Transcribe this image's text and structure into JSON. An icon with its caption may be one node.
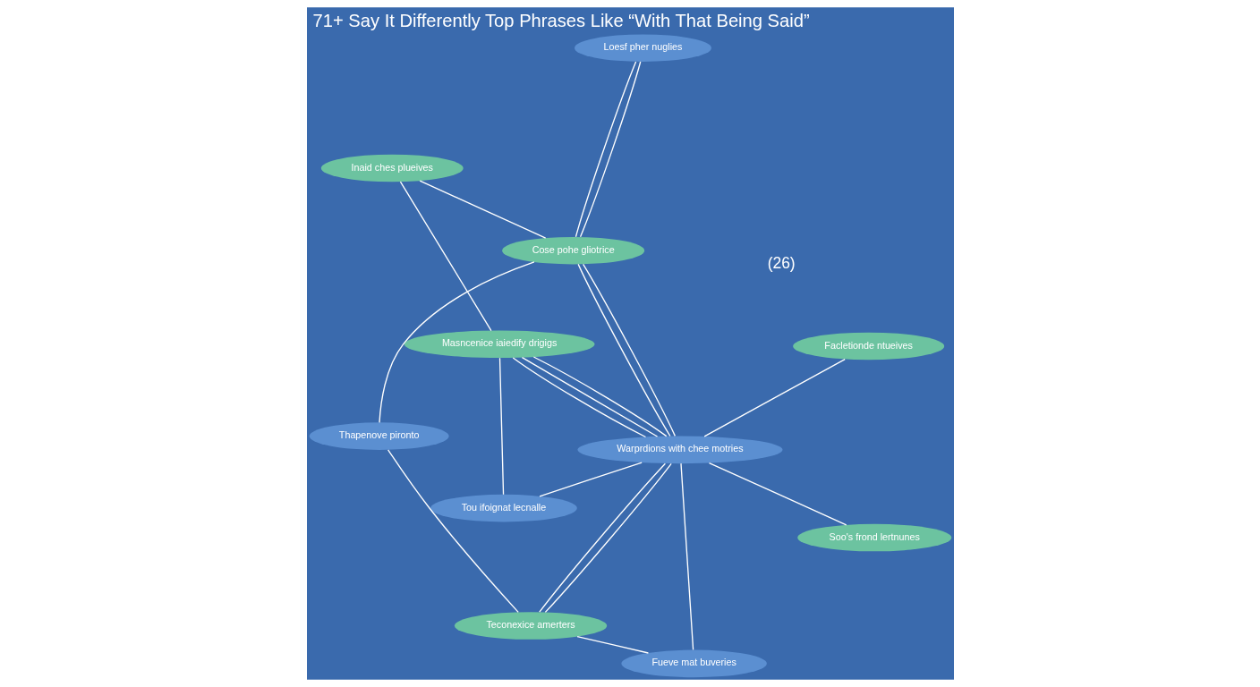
{
  "diagram": {
    "title": "71+ Say It Differently Top Phrases Like “With That Being Said”",
    "nodes": [
      {
        "text": [
          "Inaid ches plueives"
        ]
      },
      {
        "text": [
          "Loesf pher nuglies"
        ]
      },
      {
        "text": [
          "Tou ifoignat lecnalle"
        ]
      },
      {
        "text": [
          "Masncenice iaiedify drigigs"
        ]
      },
      {
        "text": [
          "Cose pohe gliotrice"
        ]
      },
      {
        "text": [
          "Facletionde ntueives"
        ]
      },
      {
        "text": [
          "Thapenove pironto"
        ]
      },
      {
        "text": [
          "Warprdions with chee motries"
        ]
      },
      {
        "text": [
          "Teconexice amerters"
        ]
      },
      {
        "text": [
          "Soo's frond lertnunes"
        ]
      },
      {
        "text": [
          "Fueve mat buveries"
        ]
      }
    ],
    "edges": [
      {
        "from": 0,
        "to": 3,
        "arrow": "none"
      },
      {
        "from": 0,
        "to": 4,
        "arrow": "none"
      },
      {
        "from": 1,
        "to": 4,
        "arrow": "none"
      },
      {
        "from": 1,
        "to": 4,
        "arrow": "none"
      },
      {
        "from": 2,
        "to": 3,
        "arrow": "none"
      },
      {
        "from": 2,
        "to": 7,
        "arrow": "none"
      },
      {
        "from": 3,
        "to": 7,
        "arrow": "none"
      },
      {
        "from": 3,
        "to": 7,
        "arrow": "none"
      },
      {
        "from": 3,
        "to": 7,
        "arrow": "none"
      },
      {
        "from": 4,
        "to": 7,
        "arrow": "none"
      },
      {
        "from": 4,
        "to": 7,
        "arrow": "none"
      },
      {
        "from": 4,
        "to": 6,
        "arrow": "none"
      },
      {
        "from": 5,
        "to": 7,
        "arrow": "none"
      },
      {
        "from": 7,
        "to": 8,
        "arrow": "none"
      },
      {
        "from": 7,
        "to": 8,
        "arrow": "none"
      },
      {
        "from": 6,
        "to": 8,
        "arrow": "none"
      },
      {
        "from": 7,
        "to": 9,
        "arrow": "none"
      },
      {
        "from": 7,
        "to": 10,
        "arrow": "none"
      },
      {
        "from": 8,
        "to": 10,
        "arrow": "none"
      }
    ],
    "labels": [
      "(26)"
    ]
  }
}
